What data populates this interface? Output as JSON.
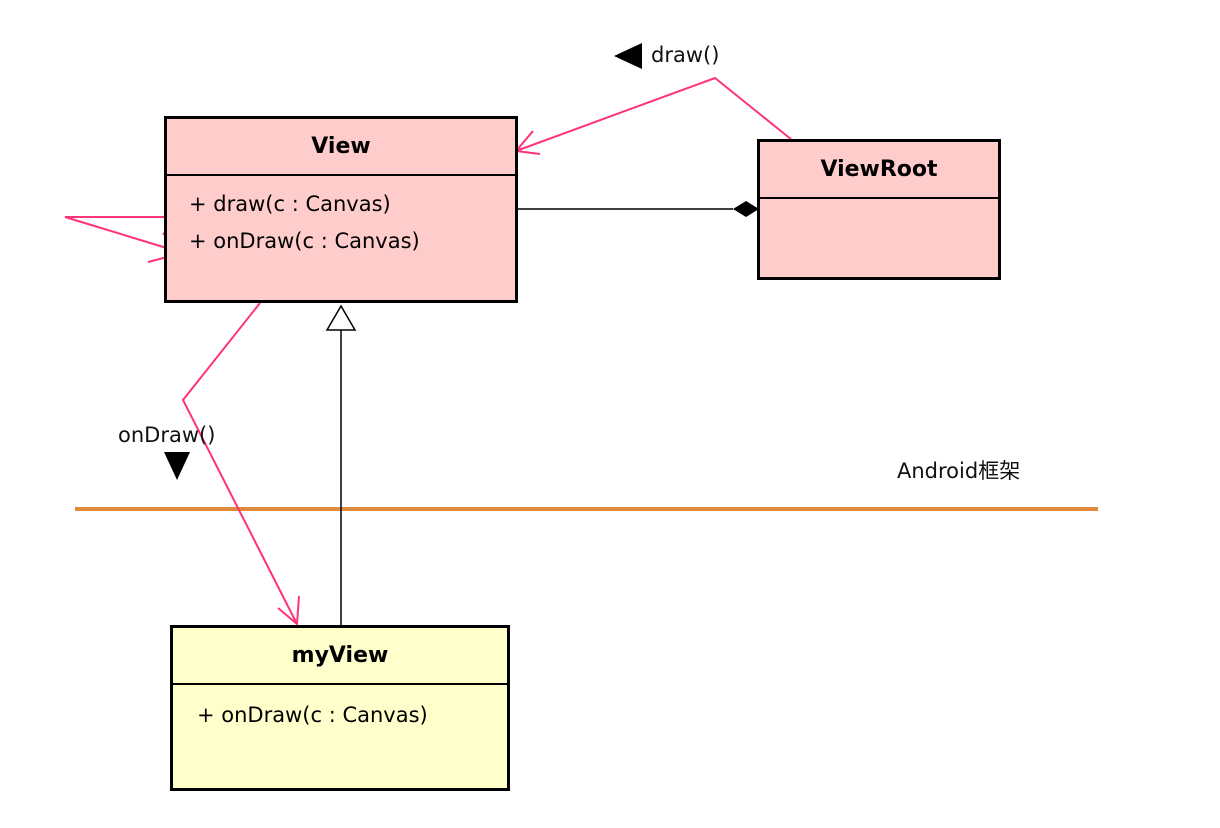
{
  "classes": {
    "view": {
      "name": "View",
      "operations": [
        "+ draw(c : Canvas)",
        "+ onDraw(c : Canvas)"
      ]
    },
    "viewroot": {
      "name": "ViewRoot"
    },
    "myview": {
      "name": "myView",
      "operations": [
        "+ onDraw(c : Canvas)"
      ]
    }
  },
  "labels": {
    "draw_call": "draw()",
    "ondraw_call": "onDraw()",
    "framework": "Android框架"
  },
  "colors": {
    "framework_class": "#ffcccc",
    "user_class": "#ffffcc",
    "call_arrow": "#ff3377",
    "boundary_line": "#e08a3c"
  }
}
